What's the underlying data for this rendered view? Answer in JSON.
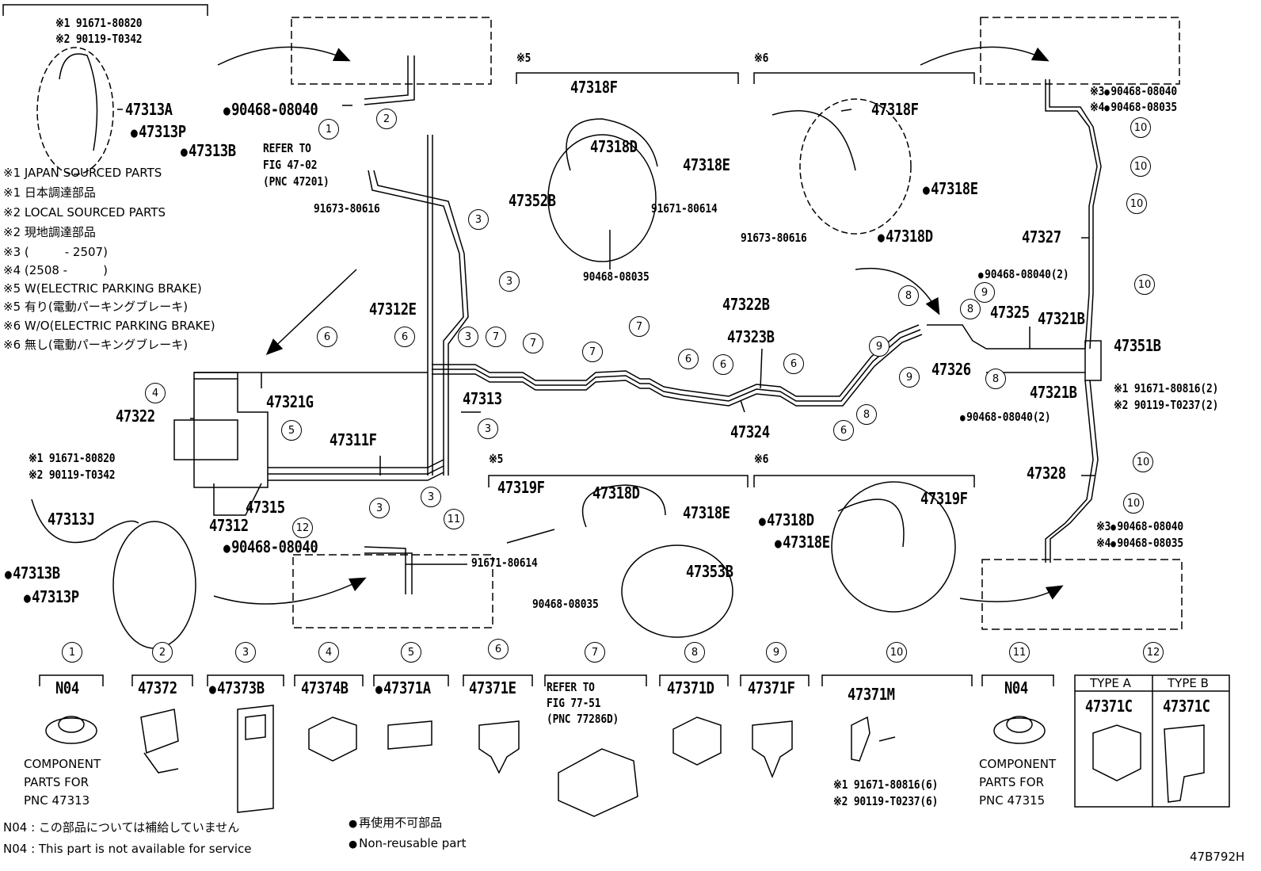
{
  "callouts": {
    "c_47313A": "47313A",
    "c_47313P_top": "47313P",
    "c_47313B_top": "47313B",
    "c_90468_08040_a": "90468-08040",
    "c_refer_fig_1": "REFER TO",
    "c_refer_fig_2": "FIG 47-02",
    "c_refer_fig_3": "(PNC 47201)",
    "c_91673_80616_a": "91673-80616",
    "c_47312E": "47312E",
    "c_47318F_a": "47318F",
    "c_47318D_a": "47318D",
    "c_47318E_a": "47318E",
    "c_47352B": "47352B",
    "c_91671_80614_a": "91671-80614",
    "c_90468_08035_a": "90468-08035",
    "c_47318F_b": "47318F",
    "c_47318E_b": "47318E",
    "c_47318D_b": "47318D",
    "c_91673_80616_b": "91673-80616",
    "c_47322B": "47322B",
    "c_47323B": "47323B",
    "c_47324": "47324",
    "c_47326": "47326",
    "c_47325": "47325",
    "c_90468_08040_2_a": "90468-08040(2)",
    "c_47321B_a": "47321B",
    "c_47321B_b": "47321B",
    "c_90468_08040_2_b": "90468-08040(2)",
    "c_47351B": "47351B",
    "c_91671_80816_2": "91671-80816(2)",
    "c_90119_T0237_2": "90119-T0237(2)",
    "c_47327": "47327",
    "c_47328": "47328",
    "c_tr_90468_08040": "90468-08040",
    "c_tr_90468_08035": "90468-08035",
    "c_br_90468_08040": "90468-08040",
    "c_br_90468_08035": "90468-08035",
    "c_47322": "47322",
    "c_47321G": "47321G",
    "c_47313": "47313",
    "c_47311F": "47311F",
    "c_47315": "47315",
    "c_47312": "47312",
    "c_91671_80820_b": "91671-80820",
    "c_90119_T0342_b": "90119-T0342",
    "c_47313J": "47313J",
    "c_47313B_bot": "47313B",
    "c_47313P_bot": "47313P",
    "c_90468_08040_b": "90468-08040",
    "c_91671_80614_b": "91671-80614",
    "c_47319F_a": "47319F",
    "c_47318D_c": "47318D",
    "c_47318E_c": "47318E",
    "c_47353B": "47353B",
    "c_90468_08035_b": "90468-08035",
    "c_47319F_b": "47319F",
    "c_47318D_d": "47318D",
    "c_47318E_d": "47318E",
    "c_91671_80820_a": "91671-80820",
    "c_90119_T0342_a": "90119-T0342"
  },
  "marks": {
    "m1": "※1",
    "m2": "※2",
    "m3": "※3",
    "m4": "※4",
    "m5": "※5",
    "m6": "※6"
  },
  "legend_notes": [
    "※1 JAPAN SOURCED PARTS",
    "※1 日本調達部品",
    "※2 LOCAL SOURCED PARTS",
    "※2 現地調達部品",
    "※3 (　　　- 2507)",
    "※4 (2508 -　　　)",
    "※5 W(ELECTRIC PARKING BRAKE)",
    "※5 有り(電動パーキングブレーキ)",
    "※6 W/O(ELECTRIC PARKING BRAKE)",
    "※6 無し(電動パーキングブレーキ)"
  ],
  "ref_numbers": [
    "1",
    "2",
    "3",
    "4",
    "5",
    "6",
    "7",
    "8",
    "9",
    "10",
    "11",
    "12"
  ],
  "components": [
    {
      "num": "1",
      "part": "N04",
      "desc1": "COMPONENT",
      "desc2": "PARTS FOR",
      "desc3": "PNC 47313"
    },
    {
      "num": "2",
      "part": "47372"
    },
    {
      "num": "3",
      "part": "47373B",
      "nonreusable": true
    },
    {
      "num": "4",
      "part": "47374B"
    },
    {
      "num": "5",
      "part": "47371A",
      "nonreusable": true
    },
    {
      "num": "6",
      "part": "47371E"
    },
    {
      "num": "7",
      "part": "REFER TO",
      "part2": "FIG 77-51",
      "part3": "(PNC 77286D)"
    },
    {
      "num": "8",
      "part": "47371D"
    },
    {
      "num": "9",
      "part": "47371F"
    },
    {
      "num": "10",
      "part": "47371M",
      "sub1": "91671-80816(6)",
      "sub2": "90119-T0237(6)"
    },
    {
      "num": "11",
      "part": "N04",
      "desc1": "COMPONENT",
      "desc2": "PARTS FOR",
      "desc3": "PNC 47315"
    },
    {
      "num": "12",
      "typeA": "TYPE A",
      "typeB": "TYPE B",
      "partA": "47371C",
      "partB": "47371C"
    }
  ],
  "footer": {
    "n04_jp": "N04 :  この部品については補給していません",
    "n04_en": "N04 :  This part is not available for service",
    "nonreuse_jp": "再使用不可部品",
    "nonreuse_en": "Non-reusable part",
    "fig_code": "47B792H"
  }
}
